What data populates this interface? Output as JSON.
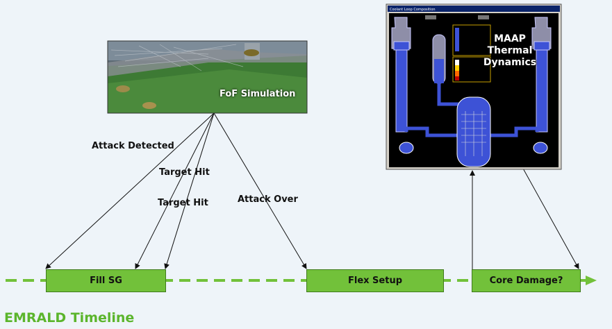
{
  "fof_panel": {
    "caption": "FoF Simulation"
  },
  "maap_panel": {
    "window_title": "Coolant Loop Composition",
    "caption_lines": [
      "MAAP",
      "Thermal",
      "Dynamics"
    ]
  },
  "events": {
    "attack_detected": "Attack Detected",
    "target_hit_1": "Target Hit",
    "target_hit_2": "Target Hit",
    "attack_over": "Attack Over"
  },
  "timeline": {
    "boxes": [
      "Fill SG",
      "Flex Setup",
      "Core Damage?"
    ],
    "title": "EMRALD Timeline"
  },
  "colors": {
    "timeline_green": "#72c13a",
    "title_green": "#5bb52c",
    "background": "#eef4f9"
  }
}
